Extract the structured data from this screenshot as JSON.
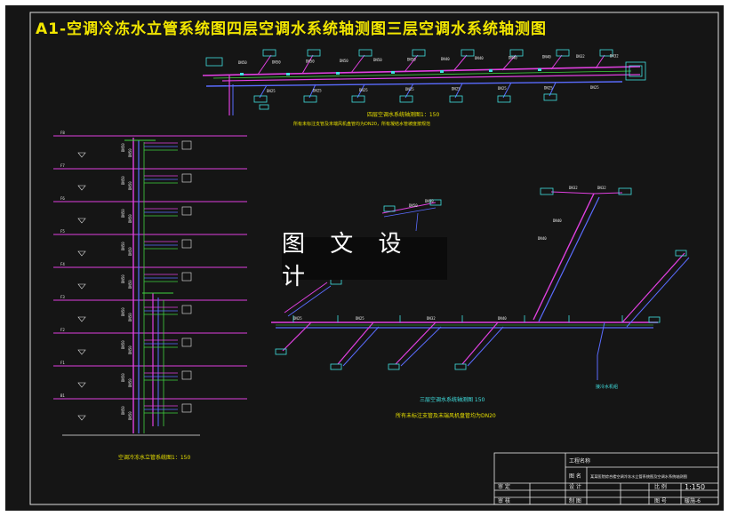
{
  "title": "A1-空调冷冻水立管系统图四层空调水系统轴测图三层空调水系统轴测图",
  "watermark": "图 文 设 计",
  "captions": {
    "fourth_floor_scale": "四层空调水系统轴测图1：150",
    "fourth_floor_note": "所有未标注支管及末端风机盘管均为DN20，所有凝结水管坡度按规范",
    "third_floor_scale": "三层空调水系统轴测图 150",
    "third_floor_note": "所有未标注支管及末端风机盘管均为DN20",
    "riser_scale": "空调冷冻水立管系统图1：150",
    "riser_note": "接冷水机组"
  },
  "pipe_labels": {
    "top_upper": [
      "DN50",
      "DN50",
      "DN50",
      "DN50",
      "DN50",
      "DN50",
      "DN40",
      "DN40",
      "DN40",
      "DN40",
      "DN32",
      "DN32"
    ],
    "top_lower": [
      "DN25",
      "DN25",
      "DN25",
      "DN25",
      "DN25",
      "DN25",
      "DN25",
      "DN25"
    ],
    "diag": [
      "DN32",
      "DN32",
      "DN40",
      "DN40",
      "DN50",
      "DN50",
      "DN25",
      "DN25",
      "DN32",
      "DN40"
    ]
  },
  "riser_floors": [
    "F8",
    "F7",
    "F6",
    "F5",
    "F4",
    "F3",
    "F2",
    "F1",
    "B1"
  ],
  "title_block": {
    "project_label": "工程名称",
    "drawing_label": "图 名",
    "drawing_name": "某某医院综合楼空调冷冻水立管系统图及空调水系统轴测图",
    "designed_label": "设 计",
    "checked_label": "审 核",
    "drawn_label": "制 图",
    "approved_label": "审 定",
    "scale_label": "比 例",
    "scale_value": "1:150",
    "sheet_label": "图 号",
    "sheet_value": "暖施-6"
  }
}
